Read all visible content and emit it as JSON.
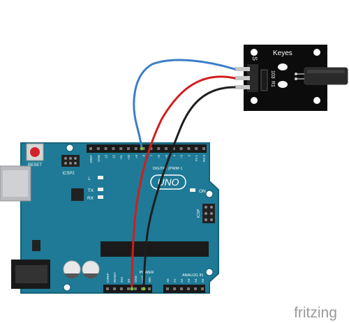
{
  "sensor": {
    "brand": "Keyes",
    "pin_label": "S",
    "part_label": "103",
    "resistor_label": "R1"
  },
  "board": {
    "model": "UNO",
    "reset_label": "RESET",
    "icsp2_label": "ICSP2",
    "icsp_label": "ICSP",
    "led_l_label": "L",
    "led_tx_label": "TX",
    "led_rx_label": "RX",
    "on_label": "ON",
    "digital_label": "DIGITAL (PWM~)",
    "power_label": "POWER",
    "analog_label": "ANALOG IN",
    "digital_pins": [
      "AREF",
      "GND",
      "13",
      "12",
      "~11",
      "~10",
      "~9",
      "8",
      "7",
      "~6",
      "~5",
      "4",
      "~3",
      "2",
      "TX 1",
      "RX 0"
    ],
    "power_pins": [
      "IOREF",
      "RESET",
      "3V3",
      "5V",
      "GND",
      "GND",
      "VIN"
    ],
    "analog_pins": [
      "A0",
      "A1",
      "A2",
      "A3",
      "A4",
      "A5"
    ]
  },
  "wires": [
    {
      "name": "signal-wire",
      "color": "#3a7ec8",
      "from": "S",
      "to": "8"
    },
    {
      "name": "power-wire",
      "color": "#d01e1e",
      "from": "middle",
      "to": "5V"
    },
    {
      "name": "ground-wire",
      "color": "#1e1e1e",
      "from": "-",
      "to": "GND"
    }
  ],
  "colors": {
    "board": "#1e7a96",
    "board_edge": "#14637b",
    "sensor_pcb": "#0c0c0c"
  },
  "watermark": "fritzing"
}
